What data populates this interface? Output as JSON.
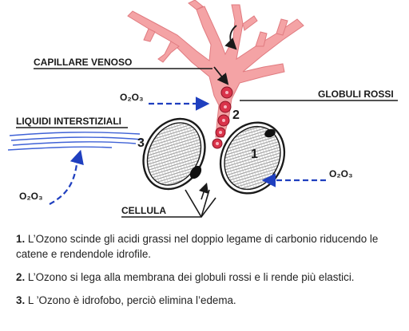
{
  "figure": {
    "label_capillary": "CAPILLARE VENOSO",
    "label_red_cells": "GLOBULI ROSSI",
    "label_interstitial": "LIQUIDI INTERSTIZIALI",
    "label_cell": "CELLULA",
    "ozone_left": "O₂O₃",
    "ozone_right": "O₂O₃",
    "ozone_bottom": "O₂O₃",
    "marker_1": "1",
    "marker_2": "2",
    "marker_3": "3",
    "colors": {
      "vessel": "#f4a3a5",
      "vessel_outline": "#e07b80",
      "red_cell": "#d9334a",
      "ozone_arrow": "#1f3fbf",
      "fluid_line": "#3f62d6"
    }
  },
  "caption": {
    "items": [
      {
        "num": "1.",
        "text": " L’Ozono scinde gli acidi grassi nel doppio legame di carbonio riducendo le catene e rendendole idrofile."
      },
      {
        "num": "2.",
        "text": " L’Ozono si lega alla membrana dei globuli rossi e li rende più elastici."
      },
      {
        "num": "3.",
        "text": " L ’Ozono è idrofobo, perciò elimina l’edema."
      }
    ]
  }
}
